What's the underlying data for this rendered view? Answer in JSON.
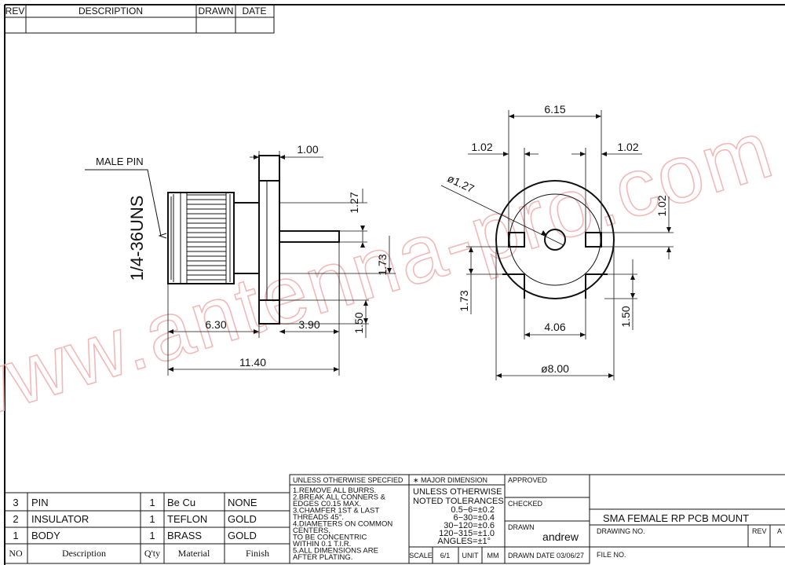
{
  "revision_block": {
    "headers": {
      "rev": "REV",
      "description": "DESCRIPTION",
      "drawn": "DRAWN",
      "date": "DATE"
    }
  },
  "side_view": {
    "thread_label": "1/4-36UNS",
    "pin_label": "MALE PIN",
    "dims": {
      "flange_thickness": "1.00",
      "pin_offset_top": "1.27",
      "pin_offset_bottom": "1.73",
      "leg_height": "1.50",
      "thread_length": "6.30",
      "pin_length": "3.90",
      "overall_length": "11.40"
    }
  },
  "front_view": {
    "dims": {
      "slot_span": "6.15",
      "slot_left": "1.02",
      "slot_right": "1.02",
      "slot_height": "1.02",
      "hole_dia": "ø1.27",
      "notch_left": "1.73",
      "notch_width": "4.06",
      "notch_right": "1.50",
      "outer_dia": "ø8.00"
    }
  },
  "watermark": "www.antenna-pro.com",
  "bom": {
    "columns": {
      "no": "NO",
      "description": "Description",
      "qty": "Q'ty",
      "material": "Material",
      "finish": "Finish"
    },
    "rows": [
      {
        "no": "3",
        "description": "PIN",
        "qty": "1",
        "material": "Be Cu",
        "finish": "NONE"
      },
      {
        "no": "2",
        "description": "INSULATOR",
        "qty": "1",
        "material": "TEFLON",
        "finish": "GOLD"
      },
      {
        "no": "1",
        "description": "BODY",
        "qty": "1",
        "material": "BRASS",
        "finish": "GOLD"
      }
    ]
  },
  "notes": {
    "heading": "UNLESS OTHERWISE SPECFIED",
    "lines": [
      "1.REMOVE ALL BURRS.",
      "2.BREAK ALL CONNERS &",
      "   EDGES C0.15 MAX.",
      "3.CHAMFER 1ST & LAST",
      "   THREADS 45°.",
      "4.DIAMETERS ON COMMON",
      "   CENTERS,",
      "   TO BE CONCENTRIC",
      "   WITHIN 0.1 T.I.R.",
      "5.ALL DIMENSIONS ARE",
      "   AFTER PLATING."
    ]
  },
  "tolerances": {
    "heading": "∗ MAJOR DIMENSION",
    "lines": [
      "UNLESS OTHERWISE",
      "NOTED TOLERANCES",
      "0.5−6=±0.2",
      "6−30=±0.4",
      "30−120=±0.6",
      "120−315=±1.0",
      "ANGLES=±1°"
    ],
    "scale_label": "SCALE",
    "scale_value": "6/1",
    "unit_label": "UNIT",
    "unit_value": "MM"
  },
  "signoff": {
    "approved": "APPROVED",
    "checked": "CHECKED",
    "drawn": "DRAWN",
    "drawn_by": "andrew",
    "drawn_date": "DRAWN DATE 03/06/27"
  },
  "title_block": {
    "title": "SMA FEMALE RP PCB MOUNT",
    "drawing_no": "DRAWING NO.",
    "rev_label": "REV",
    "rev_value": "A",
    "file_no": "FILE NO."
  }
}
